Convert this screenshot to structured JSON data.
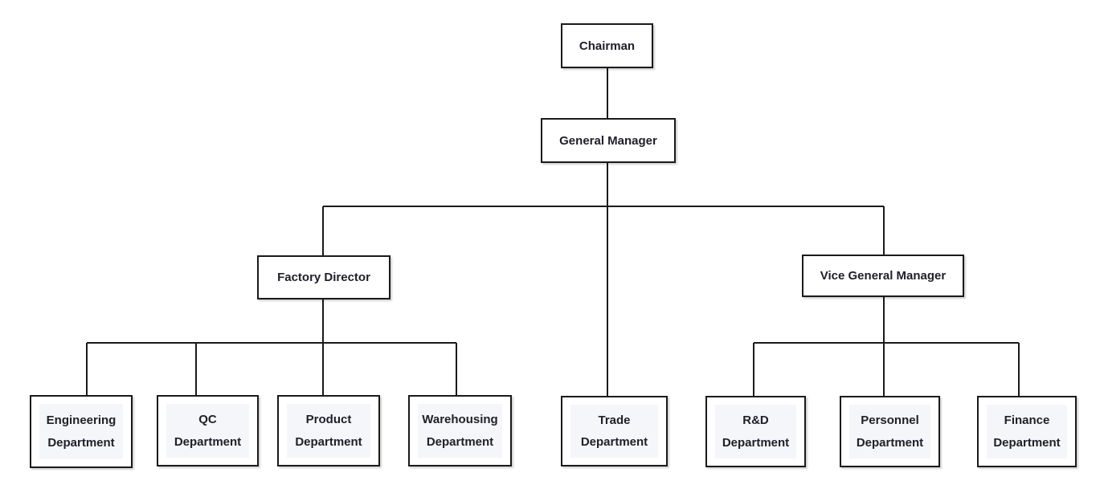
{
  "diagram": {
    "type": "org-chart",
    "background": "#ffffff",
    "nodes": {
      "chairman": {
        "label": "Chairman"
      },
      "general_manager": {
        "label": "General Manager"
      },
      "factory_director": {
        "label": "Factory Director"
      },
      "vice_general_manager": {
        "label": "Vice General Manager"
      },
      "engineering": {
        "line1": "Engineering",
        "line2": "Department"
      },
      "qc": {
        "line1": "QC",
        "line2": "Department"
      },
      "product": {
        "line1": "Product",
        "line2": "Department"
      },
      "warehousing": {
        "line1": "Warehousing",
        "line2": "Department"
      },
      "trade": {
        "line1": "Trade",
        "line2": "Department"
      },
      "rnd": {
        "line1": "R&D",
        "line2": "Department"
      },
      "personnel": {
        "line1": "Personnel",
        "line2": "Department"
      },
      "finance": {
        "line1": "Finance",
        "line2": "Department"
      }
    },
    "hierarchy": [
      {
        "parent": "Chairman",
        "children": [
          "General Manager"
        ]
      },
      {
        "parent": "General Manager",
        "children": [
          "Factory Director",
          "Trade Department",
          "Vice General Manager"
        ]
      },
      {
        "parent": "Factory Director",
        "children": [
          "Engineering Department",
          "QC Department",
          "Product Department",
          "Warehousing Department"
        ]
      },
      {
        "parent": "Vice General Manager",
        "children": [
          "R&D Department",
          "Personnel Department",
          "Finance Department"
        ]
      }
    ],
    "colors": {
      "line": "#1a1a1a",
      "box_border": "#1a1a1a",
      "box_fill": "#ffffff",
      "leaf_text_panel": "#f5f6f9",
      "text": "#20202a",
      "background": "#ffffff"
    }
  }
}
